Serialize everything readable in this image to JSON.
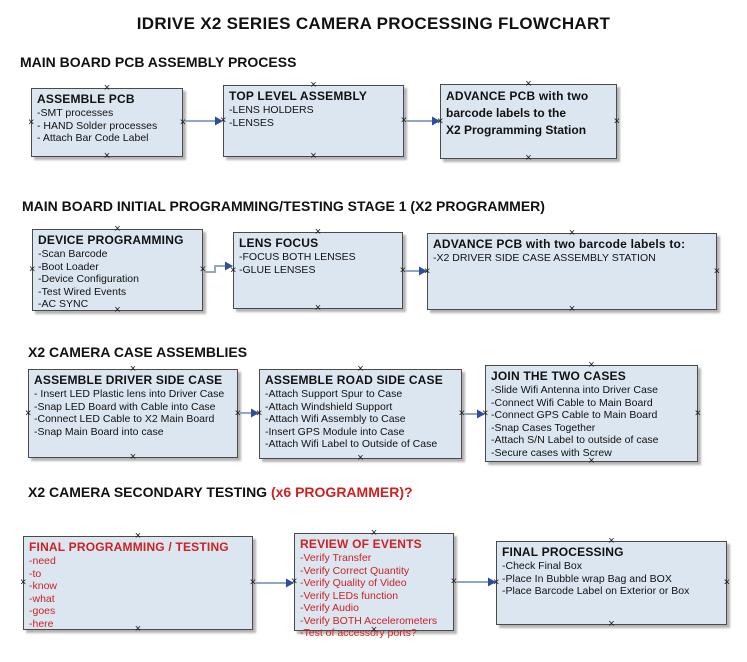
{
  "title": "IDRIVE X2  SERIES CAMERA PROCESSING FLOWCHART",
  "colors": {
    "box_fill": "#dce6f1",
    "box_border": "#4a4a4a",
    "accent_red": "#cc2222",
    "arrow_line": "#8fa6c9",
    "arrow_head": "#2e4d9b"
  },
  "sections": [
    {
      "heading": "MAIN BOARD PCB ASSEMBLY PROCESS",
      "heading_accent": "",
      "boxes": [
        {
          "title": "ASSEMBLE PCB",
          "items": [
            "-SMT processes",
            "- HAND Solder processes",
            "- Attach Bar Code Label"
          ]
        },
        {
          "title": "TOP LEVEL ASSEMBLY",
          "items": [
            "-LENS HOLDERS",
            "-LENSES"
          ]
        },
        {
          "title": "ADVANCE PCB with two",
          "items": [
            "barcode labels to the",
            "X2 Programming Station"
          ]
        }
      ]
    },
    {
      "heading": "MAIN BOARD INITIAL PROGRAMMING/TESTING STAGE 1 (X2 PROGRAMMER)",
      "heading_accent": "",
      "boxes": [
        {
          "title": "DEVICE PROGRAMMING",
          "items": [
            "-Scan Barcode",
            "-Boot Loader",
            "-Device Configuration",
            "-Test Wired Events",
            "-AC SYNC"
          ]
        },
        {
          "title": "LENS FOCUS",
          "items": [
            "-FOCUS BOTH LENSES",
            "-GLUE LENSES"
          ]
        },
        {
          "title": "ADVANCE PCB with two barcode labels to:",
          "items": [
            "-X2 DRIVER  SIDE  CASE  ASSEMBLY STATION"
          ]
        }
      ]
    },
    {
      "heading": "X2 CAMERA CASE ASSEMBLIES",
      "heading_accent": "",
      "boxes": [
        {
          "title": "ASSEMBLE DRIVER SIDE CASE",
          "items": [
            "- Insert LED Plastic lens into Driver Case",
            "-Snap LED Board with Cable into Case",
            "-Connect LED Cable to X2 Main Board",
            "-Snap Main Board into case"
          ]
        },
        {
          "title": "ASSEMBLE ROAD SIDE CASE",
          "items": [
            "-Attach Support Spur to Case",
            "-Attach Windshield Support",
            "-Attach Wifi Assembly to Case",
            "-Insert GPS Module into Case",
            "-Attach Wifi Label to Outside of Case"
          ]
        },
        {
          "title": "JOIN THE TWO CASES",
          "items": [
            "-Slide Wifi Antenna into Driver Case",
            "-Connect Wifi Cable to Main Board",
            "-Connect GPS Cable to Main Board",
            "-Snap Cases Together",
            "-Attach S/N Label to outside of case",
            "-Secure cases with Screw"
          ]
        }
      ]
    },
    {
      "heading": "X2 CAMERA SECONDARY TESTING ",
      "heading_accent": " (x6 PROGRAMMER)?",
      "boxes": [
        {
          "title": "FINAL PROGRAMMING / TESTING",
          "items": [
            "-need",
            "-to",
            "-know",
            "-what",
            "-goes",
            "-here"
          ]
        },
        {
          "title": "REVIEW OF EVENTS",
          "items": [
            "-Verify Transfer",
            "-Verify Correct Quantity",
            "-Verify Quality of Video",
            "-Verify LEDs function",
            "-Verify Audio",
            "-Verify BOTH Accelerometers",
            "-Test of accessory ports?"
          ]
        },
        {
          "title": "FINAL PROCESSING",
          "items": [
            "-Check Final Box",
            "-Place In Bubble wrap Bag and BOX",
            "-Place Barcode Label on Exterior or Box"
          ]
        }
      ]
    }
  ]
}
